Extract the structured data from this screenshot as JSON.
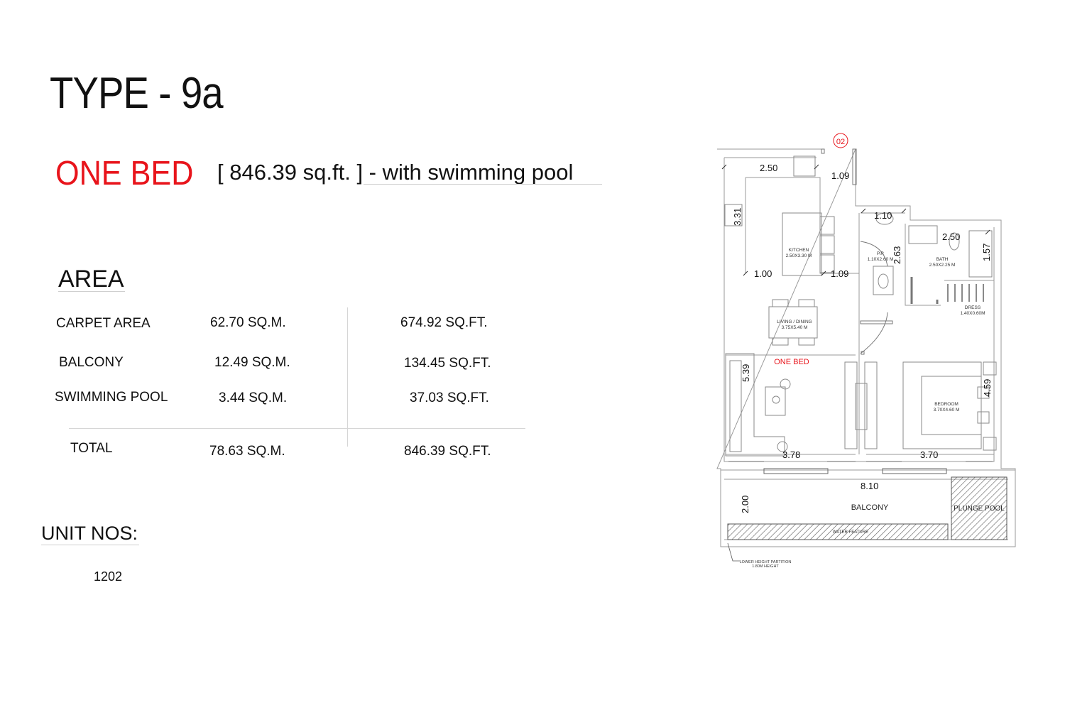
{
  "header": {
    "title": "TYPE - 9a",
    "unit_type": "ONE BED",
    "size_note": "[ 846.39 sq.ft. ]  - with swimming pool"
  },
  "area": {
    "heading": "AREA",
    "rows": [
      {
        "label": "CARPET AREA",
        "sqm": "62.70 SQ.M.",
        "sqft": "674.92 SQ.FT."
      },
      {
        "label": "BALCONY",
        "sqm": "12.49 SQ.M.",
        "sqft": "134.45 SQ.FT."
      },
      {
        "label": "SWIMMING POOL",
        "sqm": "3.44 SQ.M.",
        "sqft": "37.03 SQ.FT."
      }
    ],
    "total": {
      "label": "TOTAL",
      "sqm": "78.63 SQ.M.",
      "sqft": "846.39 SQ.FT."
    }
  },
  "units": {
    "heading": "UNIT NOS:",
    "numbers": [
      "1202"
    ]
  },
  "plan": {
    "marker": "02",
    "accent_color": "#e8141b",
    "rooms": {
      "kitchen_name": "KITCHEN",
      "kitchen_size": "2.50X3.30 M",
      "pr_name": "P.R",
      "pr_size": "1.10X2.60 M",
      "bath_name": "BATH",
      "bath_size": "2.50X2.25 M",
      "dress_name": "DRESS",
      "dress_size": "1.40X0.60M",
      "living_name": "LIVING / DINING",
      "living_size": "3.75X5.40 M",
      "bedroom_name": "BEDROOM",
      "bedroom_size": "3.70X4.60 M",
      "balcony_name": "BALCONY",
      "plunge_pool": "PLUNGE POOL",
      "water_feature": "WATER FEATURE",
      "unit_label": "ONE BED"
    },
    "dimensions": {
      "kitchen_width": "2.50",
      "entry_width": "1.09",
      "kitchen_depth": "3.31",
      "pr_width": "1.10",
      "bath_width": "2.50",
      "pr_depth": "2.63",
      "bath_depth": "1.57",
      "kitchen_left": "1.00",
      "kitchen_right": "1.09",
      "living_depth": "5.39",
      "bedroom_depth": "4.59",
      "living_width": "3.78",
      "bedroom_width": "3.70",
      "balcony_width": "8.10",
      "balcony_depth": "2.00"
    },
    "notes": {
      "partition_1": "LOWER HEIGHT PARTITION",
      "partition_2": "1.80M HEIGHT"
    }
  }
}
